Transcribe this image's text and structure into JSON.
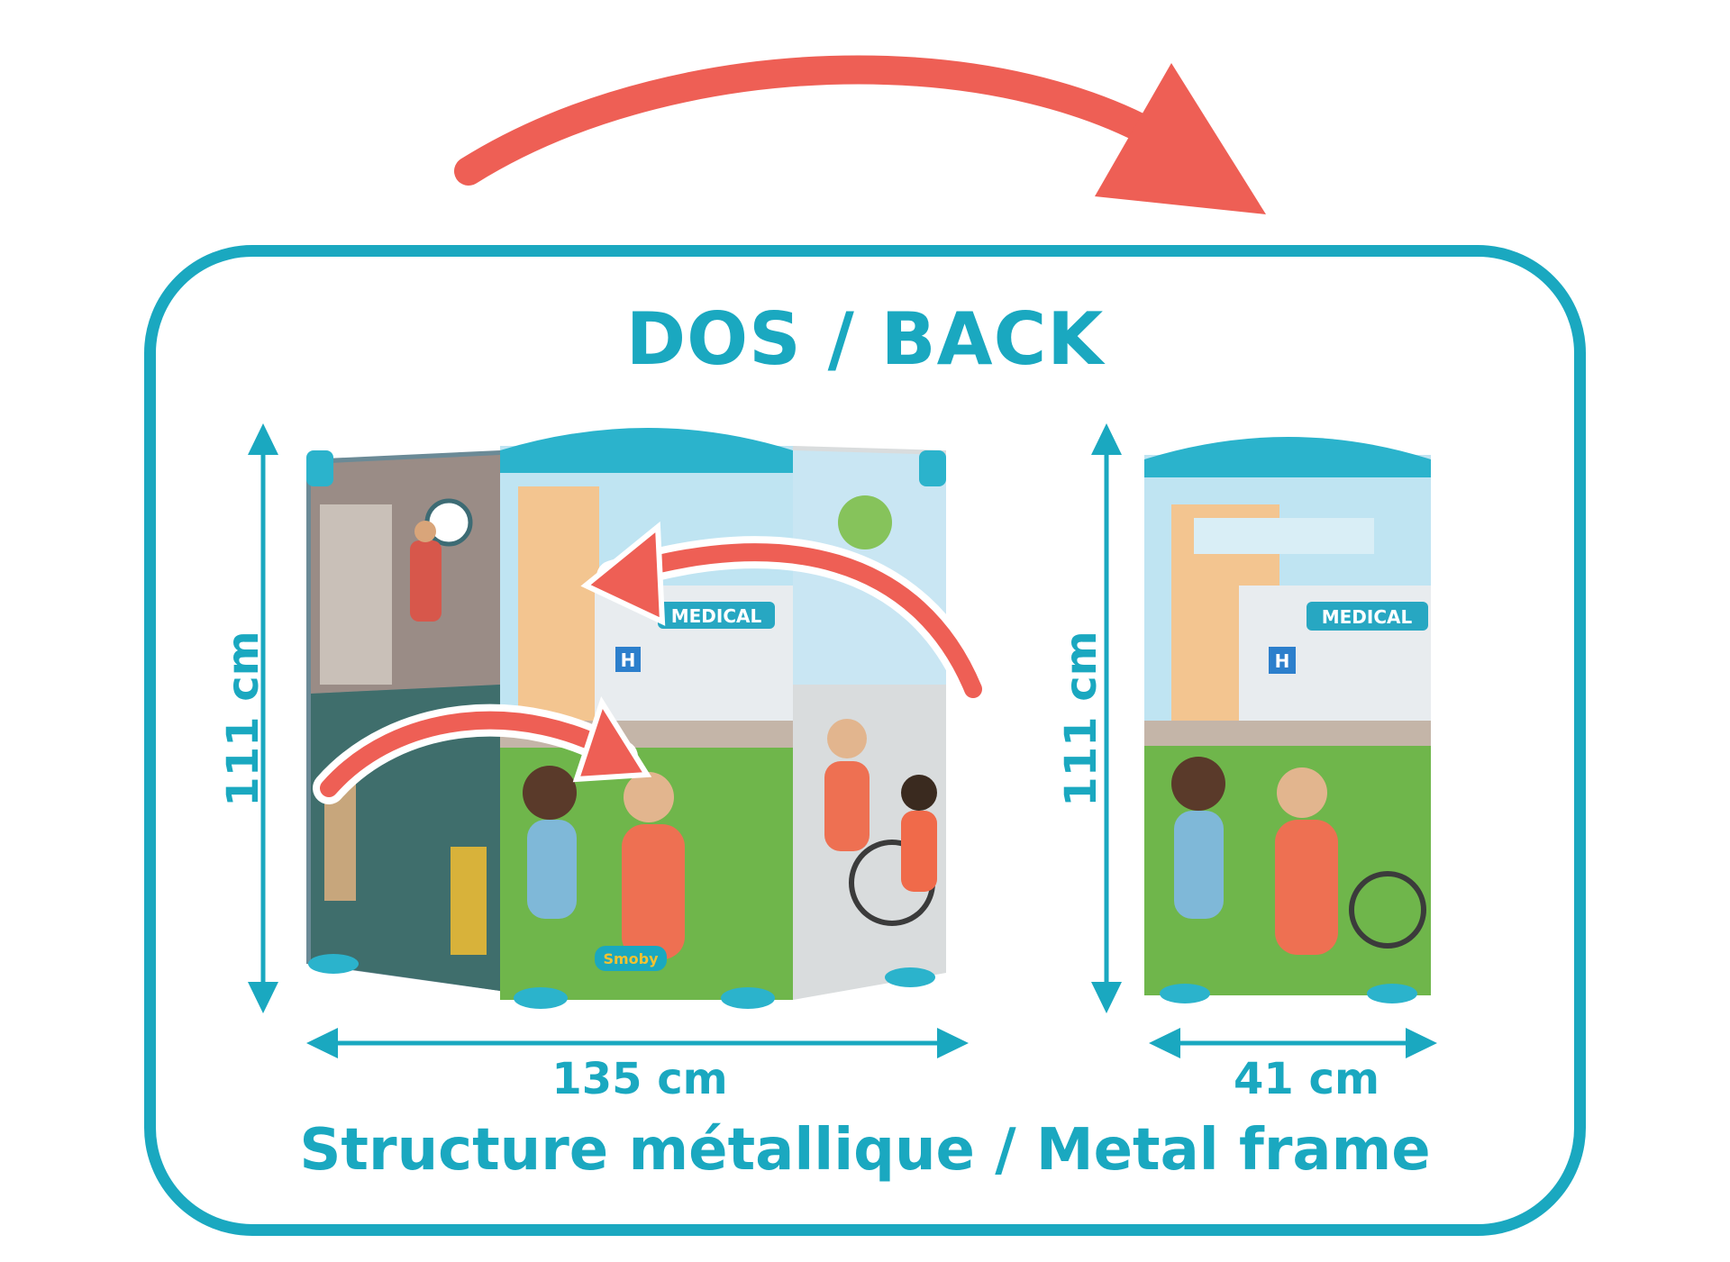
{
  "heading": "DOS / BACK",
  "footer": "Structure métallique / Metal frame",
  "large_panel": {
    "height_label": "111 cm",
    "width_label": "135 cm",
    "sign_text": "MEDICAL",
    "hospital_sign": "H",
    "brand": "Smoby"
  },
  "small_panel": {
    "height_label": "111 cm",
    "width_label": "41 cm",
    "sign_text": "MEDICAL",
    "hospital_sign": "H"
  },
  "colors": {
    "accent": "#1aa8c0",
    "arrow": "#ee5f55"
  }
}
